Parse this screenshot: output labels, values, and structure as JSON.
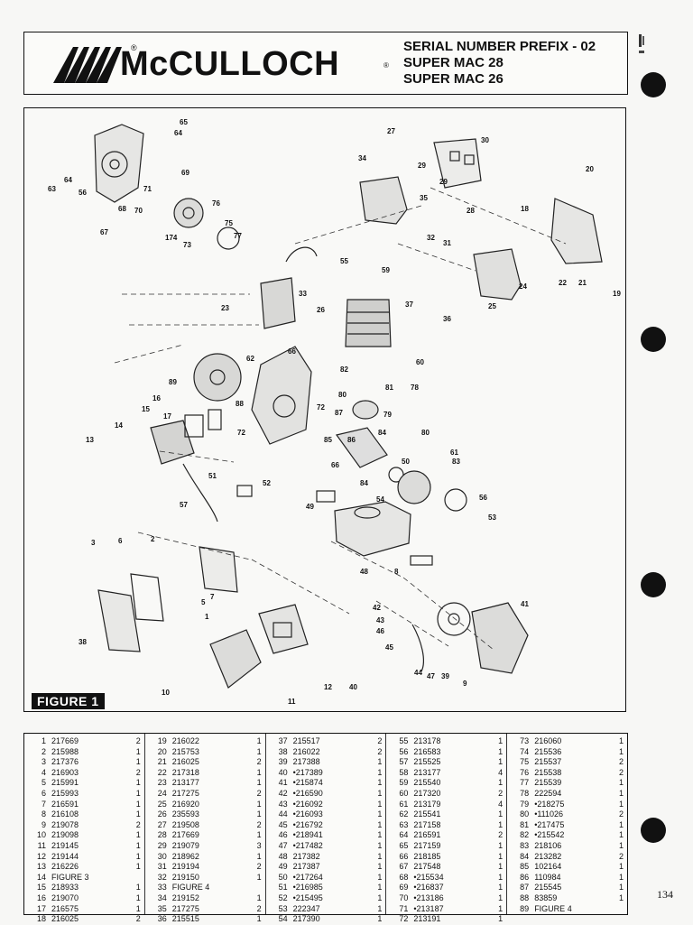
{
  "header": {
    "brand": "McCULLOCH",
    "registered_mark": "®",
    "title_lines": [
      "SERIAL NUMBER PREFIX - 02",
      "SUPER MAC 28",
      "SUPER MAC 26"
    ]
  },
  "figure": {
    "label": "FIGURE 1",
    "callouts": [
      "65",
      "64",
      "30",
      "27",
      "29",
      "29",
      "28",
      "34",
      "35",
      "20",
      "18",
      "69",
      "71",
      "76",
      "75",
      "77",
      "174",
      "73",
      "63",
      "64",
      "56",
      "68",
      "70",
      "67",
      "32",
      "31",
      "55",
      "59",
      "33",
      "23",
      "26",
      "37",
      "36",
      "24",
      "22",
      "21",
      "19",
      "25",
      "66",
      "62",
      "89",
      "60",
      "82",
      "81",
      "78",
      "16",
      "17",
      "15",
      "14",
      "13",
      "88",
      "72",
      "72",
      "87",
      "80",
      "79",
      "85",
      "86",
      "80",
      "84",
      "66",
      "61",
      "83",
      "84",
      "50",
      "51",
      "52",
      "57",
      "56",
      "53",
      "54",
      "49",
      "48",
      "8",
      "2",
      "3",
      "6",
      "7",
      "5",
      "1",
      "38",
      "41",
      "42",
      "43",
      "46",
      "45",
      "44",
      "47",
      "39",
      "40",
      "9",
      "10",
      "11",
      "12"
    ]
  },
  "parts_columns": [
    [
      [
        "1",
        "217669",
        "2"
      ],
      [
        "2",
        "215988",
        "1"
      ],
      [
        "3",
        "217376",
        "1"
      ],
      [
        "4",
        "216903",
        "2"
      ],
      [
        "5",
        "215991",
        "1"
      ],
      [
        "6",
        "215993",
        "1"
      ],
      [
        "7",
        "216591",
        "1"
      ],
      [
        "8",
        "216108",
        "1"
      ],
      [
        "9",
        "219078",
        "2"
      ],
      [
        "10",
        "219098",
        "1"
      ],
      [
        "11",
        "219145",
        "1"
      ],
      [
        "12",
        "219144",
        "1"
      ],
      [
        "13",
        "216226",
        "1"
      ],
      [
        "14",
        "FIGURE 3",
        ""
      ],
      [
        "15",
        "218933",
        "1"
      ],
      [
        "16",
        "219070",
        "1"
      ],
      [
        "17",
        "216575",
        "1"
      ],
      [
        "18",
        "216025",
        "2"
      ]
    ],
    [
      [
        "19",
        "216022",
        "1"
      ],
      [
        "20",
        "215753",
        "1"
      ],
      [
        "21",
        "216025",
        "2"
      ],
      [
        "22",
        "217318",
        "1"
      ],
      [
        "23",
        "213177",
        "1"
      ],
      [
        "24",
        "217275",
        "2"
      ],
      [
        "25",
        "216920",
        "1"
      ],
      [
        "26",
        "235593",
        "1"
      ],
      [
        "27",
        "219508",
        "2"
      ],
      [
        "28",
        "217669",
        "1"
      ],
      [
        "29",
        "219079",
        "3"
      ],
      [
        "30",
        "218962",
        "1"
      ],
      [
        "31",
        "219194",
        "2"
      ],
      [
        "32",
        "219150",
        "1"
      ],
      [
        "33",
        "FIGURE 4",
        ""
      ],
      [
        "34",
        "219152",
        "1"
      ],
      [
        "35",
        "217275",
        "2"
      ],
      [
        "36",
        "215515",
        "1"
      ]
    ],
    [
      [
        "37",
        "215517",
        "2"
      ],
      [
        "38",
        "216022",
        "2"
      ],
      [
        "39",
        "217388",
        "1"
      ],
      [
        "40",
        "•217389",
        "1"
      ],
      [
        "41",
        "•215874",
        "1"
      ],
      [
        "42",
        "•216590",
        "1"
      ],
      [
        "43",
        "•216092",
        "1"
      ],
      [
        "44",
        "•216093",
        "1"
      ],
      [
        "45",
        "•216792",
        "1"
      ],
      [
        "46",
        "•218941",
        "1"
      ],
      [
        "47",
        "•217482",
        "1"
      ],
      [
        "48",
        "217382",
        "1"
      ],
      [
        "49",
        "217387",
        "1"
      ],
      [
        "50",
        "•217264",
        "1"
      ],
      [
        "51",
        "•216985",
        "1"
      ],
      [
        "52",
        "•215495",
        "1"
      ],
      [
        "53",
        "222347",
        "1"
      ],
      [
        "54",
        "217390",
        "1"
      ]
    ],
    [
      [
        "55",
        "213178",
        "1"
      ],
      [
        "56",
        "216583",
        "1"
      ],
      [
        "57",
        "215525",
        "1"
      ],
      [
        "58",
        "213177",
        "4"
      ],
      [
        "59",
        "215540",
        "1"
      ],
      [
        "60",
        "217320",
        "2"
      ],
      [
        "61",
        "213179",
        "4"
      ],
      [
        "62",
        "215541",
        "1"
      ],
      [
        "63",
        "217158",
        "1"
      ],
      [
        "64",
        "216591",
        "2"
      ],
      [
        "65",
        "217159",
        "1"
      ],
      [
        "66",
        "218185",
        "1"
      ],
      [
        "67",
        "217548",
        "1"
      ],
      [
        "68",
        "•215534",
        "1"
      ],
      [
        "69",
        "•216837",
        "1"
      ],
      [
        "70",
        "•213186",
        "1"
      ],
      [
        "71",
        "•213187",
        "1"
      ],
      [
        "72",
        "213191",
        "1"
      ]
    ],
    [
      [
        "73",
        "216060",
        "1"
      ],
      [
        "74",
        "215536",
        "1"
      ],
      [
        "75",
        "215537",
        "2"
      ],
      [
        "76",
        "215538",
        "2"
      ],
      [
        "77",
        "215539",
        "1"
      ],
      [
        "78",
        "222594",
        "1"
      ],
      [
        "79",
        "•218275",
        "1"
      ],
      [
        "80",
        "•111026",
        "2"
      ],
      [
        "81",
        "•217475",
        "1"
      ],
      [
        "82",
        "•215542",
        "1"
      ],
      [
        "83",
        "218106",
        "1"
      ],
      [
        "84",
        "213282",
        "2"
      ],
      [
        "85",
        "102164",
        "1"
      ],
      [
        "86",
        "110984",
        "1"
      ],
      [
        "87",
        "215545",
        "1"
      ],
      [
        "88",
        "83859",
        "1"
      ],
      [
        "89",
        "FIGURE 4",
        ""
      ]
    ]
  ],
  "page_number": "134"
}
